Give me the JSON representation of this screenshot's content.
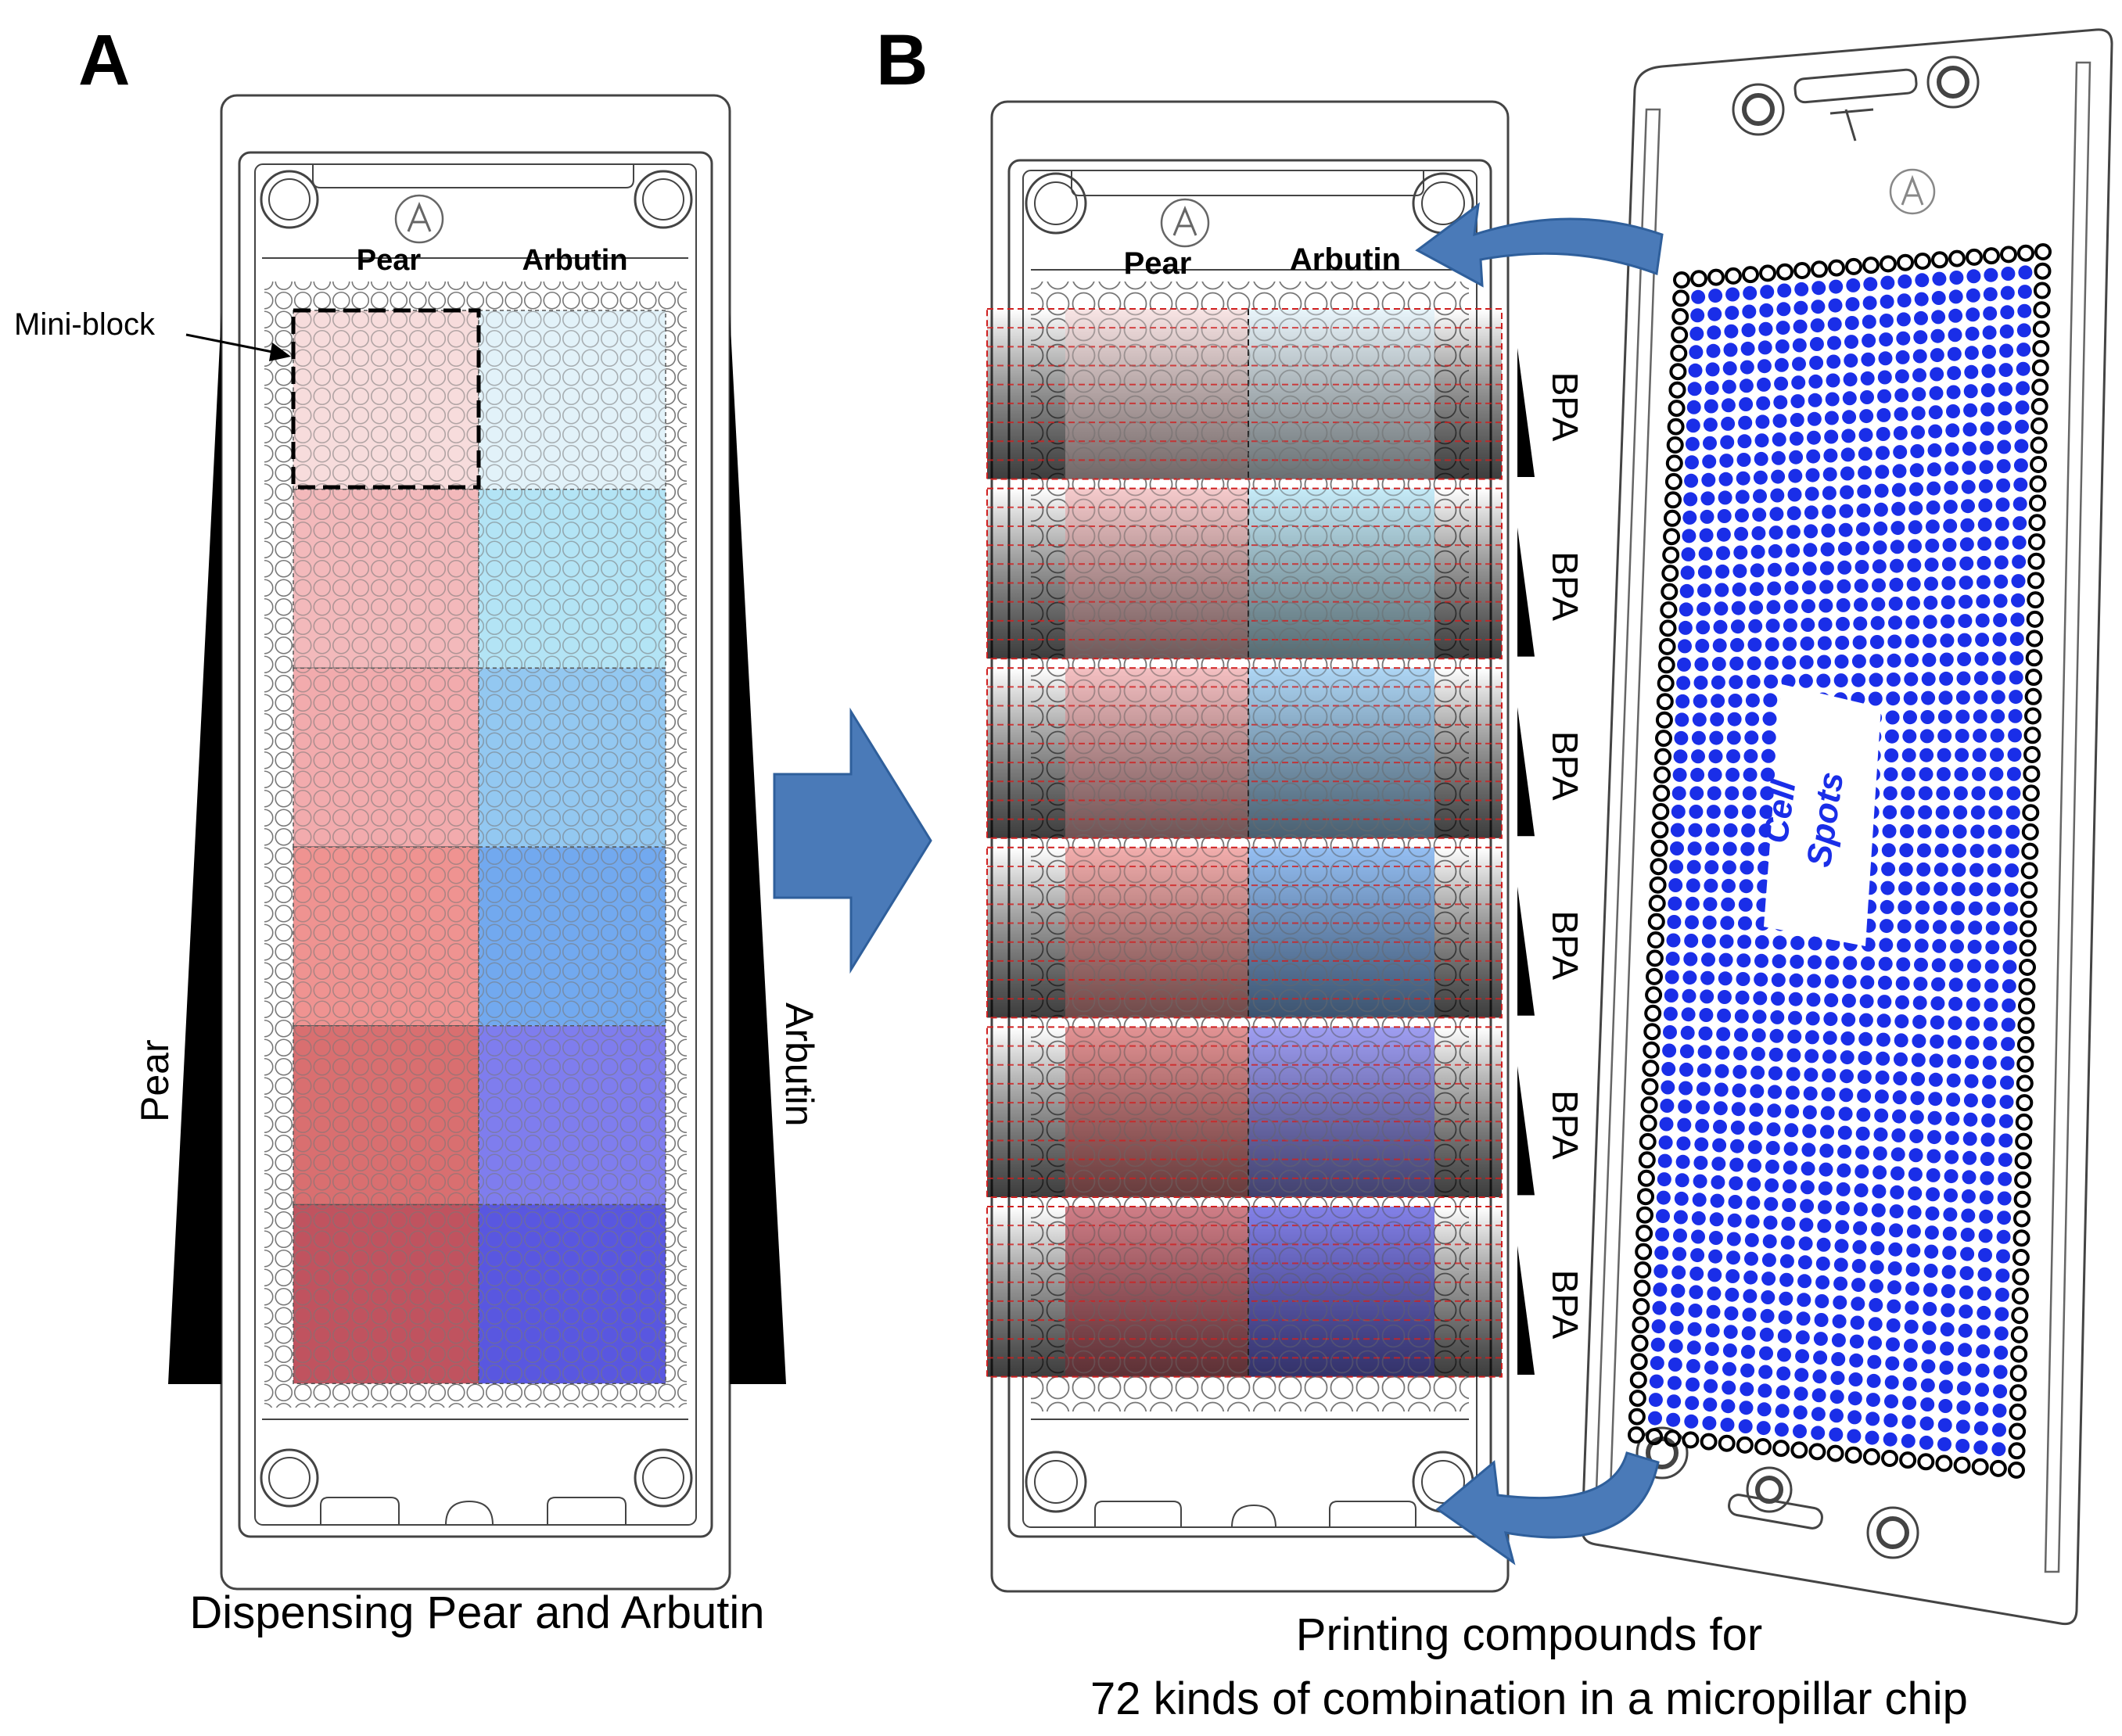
{
  "panel_a": {
    "letter": "A",
    "col_labels": [
      "Pear",
      "Arbutin"
    ],
    "mini_block_label": "Mini-block",
    "wedge_left_label": "Pear",
    "wedge_right_label": "Arbutin",
    "caption": "Dispensing Pear and Arbutin",
    "pear_colors": [
      "#f7dcdc",
      "#f3b9bb",
      "#f2abad",
      "#ef9391",
      "#d96f70",
      "#c0535f"
    ],
    "arbutin_colors": [
      "#e2f2f9",
      "#b3e4f5",
      "#93c8f1",
      "#72a9ef",
      "#7f7dee",
      "#5957e0"
    ]
  },
  "panel_b": {
    "letter": "B",
    "col_labels": [
      "Pear",
      "Arbutin"
    ],
    "bpa_label": "BPA",
    "bpa_labels": [
      "BPA",
      "BPA",
      "BPA",
      "BPA",
      "BPA",
      "BPA"
    ],
    "cell_spots_line1": "Cell",
    "cell_spots_line2": "Spots",
    "caption_line1": "Printing compounds for",
    "caption_line2": "72 kinds of combination in a micropillar chip",
    "spot_color": "#1a2ee8",
    "arrow_color": "#4a7ab8"
  }
}
